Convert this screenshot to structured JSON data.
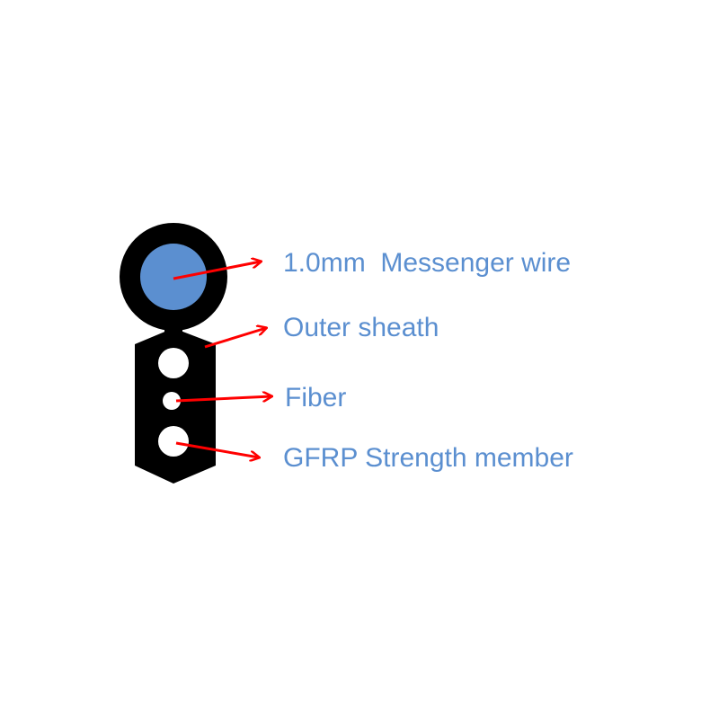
{
  "labels": {
    "messenger_wire": "1.0mm  Messenger wire",
    "outer_sheath": "Outer sheath",
    "fiber": "Fiber",
    "gfrp_strength_member": "GFRP Strength member"
  },
  "colors": {
    "label_text": "#5b8fd0",
    "arrow": "#ff0000",
    "sheath": "#000000",
    "messenger_core": "#5b8fd0",
    "fiber_and_member": "#ffffff"
  }
}
